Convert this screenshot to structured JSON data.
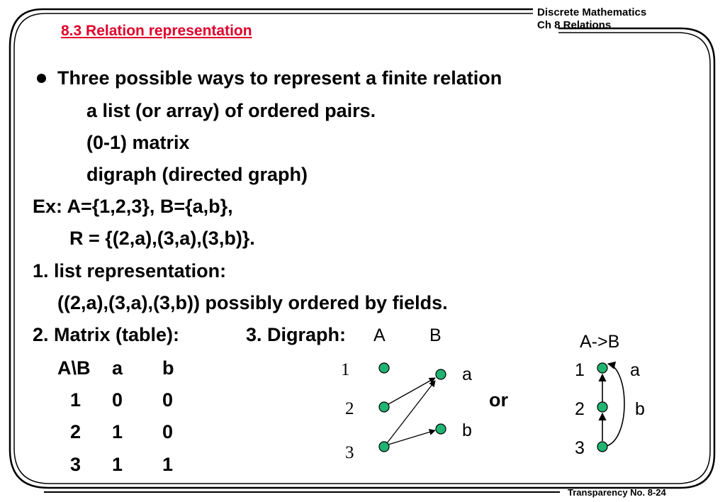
{
  "header": {
    "course": "Discrete Mathematics",
    "chapter": "Ch 8 Relations"
  },
  "title": "8.3 Relation representation",
  "bullet_main": "Three possible ways to represent a finite relation",
  "sub_bullet_glyph": "",
  "sub_items": [
    "a list (or array) of ordered pairs.",
    "(0-1) matrix",
    "digraph (directed graph)"
  ],
  "example": {
    "line1": "Ex: A={1,2,3}, B={a,b},",
    "line2": "R = {(2,a),(3,a),(3,b)}."
  },
  "list_rep": {
    "heading": "1. list representation:",
    "body": "((2,a),(3,a),(3,b)) possibly ordered by fields."
  },
  "matrix": {
    "heading": "2. Matrix (table):",
    "header_row": [
      "A\\B",
      "a",
      "b"
    ],
    "rows": [
      [
        "1",
        "0",
        "0"
      ],
      [
        "2",
        "1",
        "0"
      ],
      [
        "3",
        "1",
        "1"
      ]
    ]
  },
  "digraph": {
    "heading": "3. Digraph:",
    "set_a_label": "A",
    "set_b_label": "B",
    "a_nodes": [
      "1",
      "2",
      "3"
    ],
    "b_nodes": [
      "a",
      "b"
    ],
    "edges": [
      [
        "2",
        "a"
      ],
      [
        "3",
        "a"
      ],
      [
        "3",
        "b"
      ]
    ],
    "or_label": "or",
    "alt_heading": "A->B",
    "alt_nodes": [
      "1",
      "2",
      "3"
    ],
    "alt_labels": [
      "a",
      "b"
    ],
    "node_color": "#1fb472",
    "frame_color": "#000000"
  },
  "footer": "Transparency No. 8-24"
}
